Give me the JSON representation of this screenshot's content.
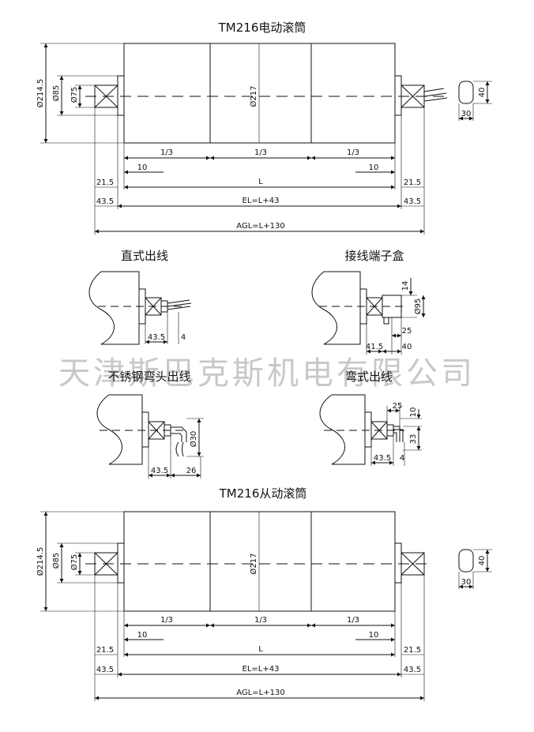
{
  "watermark": "天津斯巴克斯机电有限公司",
  "drive": {
    "title": "TM216电动滚筒",
    "d_body": "Ø214.5",
    "d_85": "Ø85",
    "d_75": "Ø75",
    "d_217": "Ø217",
    "third": "1/3",
    "d10": "10",
    "L": "L",
    "d21_5": "21.5",
    "d43_5": "43.5",
    "EL": "EL=L+43",
    "AGL": "AGL=L+130",
    "shaft_w": "30",
    "shaft_h": "40"
  },
  "variants": {
    "straight": {
      "title": "直式出线",
      "a": "43.5",
      "b": "4"
    },
    "terminal": {
      "title": "接线端子盒",
      "h14": "14",
      "d95": "Ø95",
      "w25": "25",
      "a": "41.5",
      "w40": "40"
    },
    "ss_bend": {
      "title": "不锈钢弯头出线",
      "d30": "Ø30",
      "a": "43.5",
      "w26": "26"
    },
    "bend": {
      "title": "弯式出线",
      "w25": "25",
      "h10": "10",
      "h33": "33",
      "a": "43.5",
      "b": "4"
    }
  },
  "idler": {
    "title": "TM216从动滚筒",
    "d_body": "Ø214.5",
    "d_85": "Ø85",
    "d_75": "Ø75",
    "d_217": "Ø217",
    "third": "1/3",
    "d10": "10",
    "L": "L",
    "d21_5": "21.5",
    "d43_5": "43.5",
    "EL": "EL=L+43",
    "AGL": "AGL=L+130",
    "shaft_w": "30",
    "shaft_h": "40"
  }
}
